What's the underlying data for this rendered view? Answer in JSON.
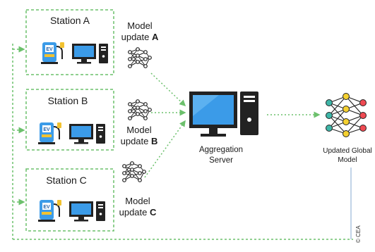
{
  "stations": [
    {
      "title": "Station A",
      "update_word1": "Model",
      "update_word2": "update",
      "update_letter": "A"
    },
    {
      "title": "Station B",
      "update_word1": "Model",
      "update_word2": "update",
      "update_letter": "B"
    },
    {
      "title": "Station C",
      "update_word1": "Model",
      "update_word2": "update",
      "update_letter": "C"
    }
  ],
  "charger_label": "EV",
  "server": {
    "line1": "Aggregation",
    "line2": "Server"
  },
  "global_model": {
    "line1": "Updated Global",
    "line2": "Model"
  },
  "credit": "© CEA",
  "colors": {
    "dashed_border": "#6cc06c",
    "arrow": "#6cc06c",
    "monitor_screen": "#3b9be8",
    "charger_body": "#3b9be8",
    "charger_accent": "#f2c230",
    "node_teal": "#3fb6a8",
    "node_yellow": "#f5d131",
    "node_red": "#ef4a52",
    "dark": "#222222"
  },
  "icons": [
    "ev-charger-icon",
    "computer-icon",
    "neural-network-icon",
    "server-icon"
  ]
}
